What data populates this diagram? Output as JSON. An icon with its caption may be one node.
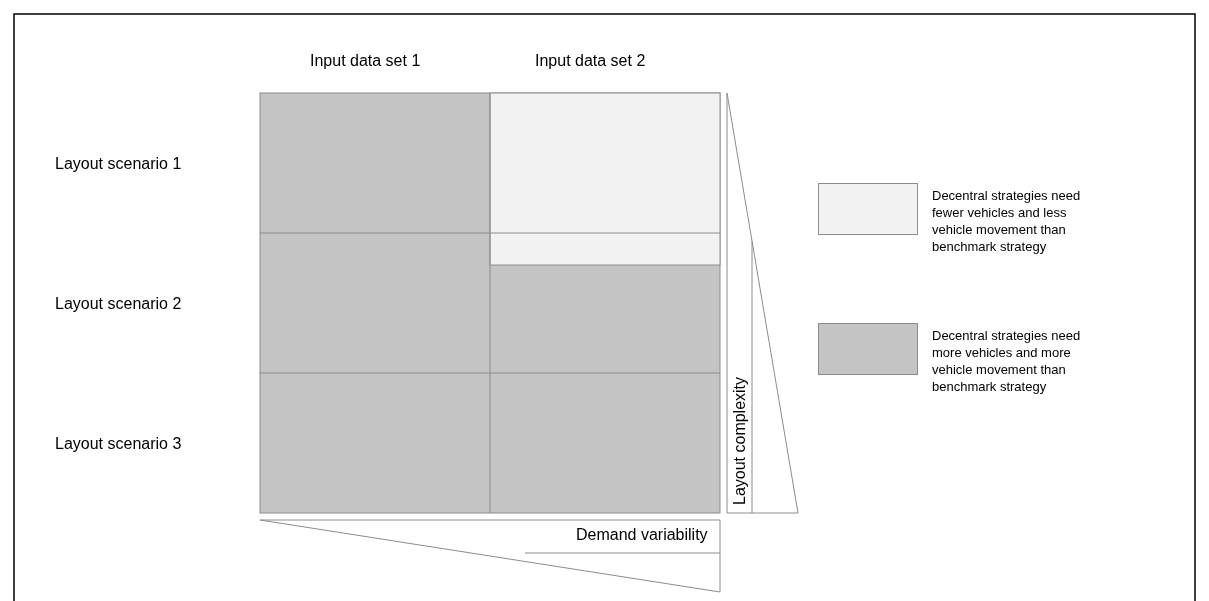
{
  "diagram": {
    "nodes": [
      {
        "text": [
          "Layout complexity"
        ]
      },
      {
        "text": [
          "Demand variability"
        ]
      }
    ],
    "labels": [
      "Input data set 1",
      "Input data set 2",
      "Layout scenario 1",
      "Layout scenario 2",
      "Layout scenario 3"
    ],
    "legend": [
      {
        "text": "Decentral strategies need fewer vehicles and less vehicle movement than benchmark strategy",
        "color": "#f2f2f2"
      },
      {
        "text": "Decentral strategies need more vehicles and more vehicle movement than benchmark strategy",
        "color": "#c4c4c4"
      }
    ]
  }
}
